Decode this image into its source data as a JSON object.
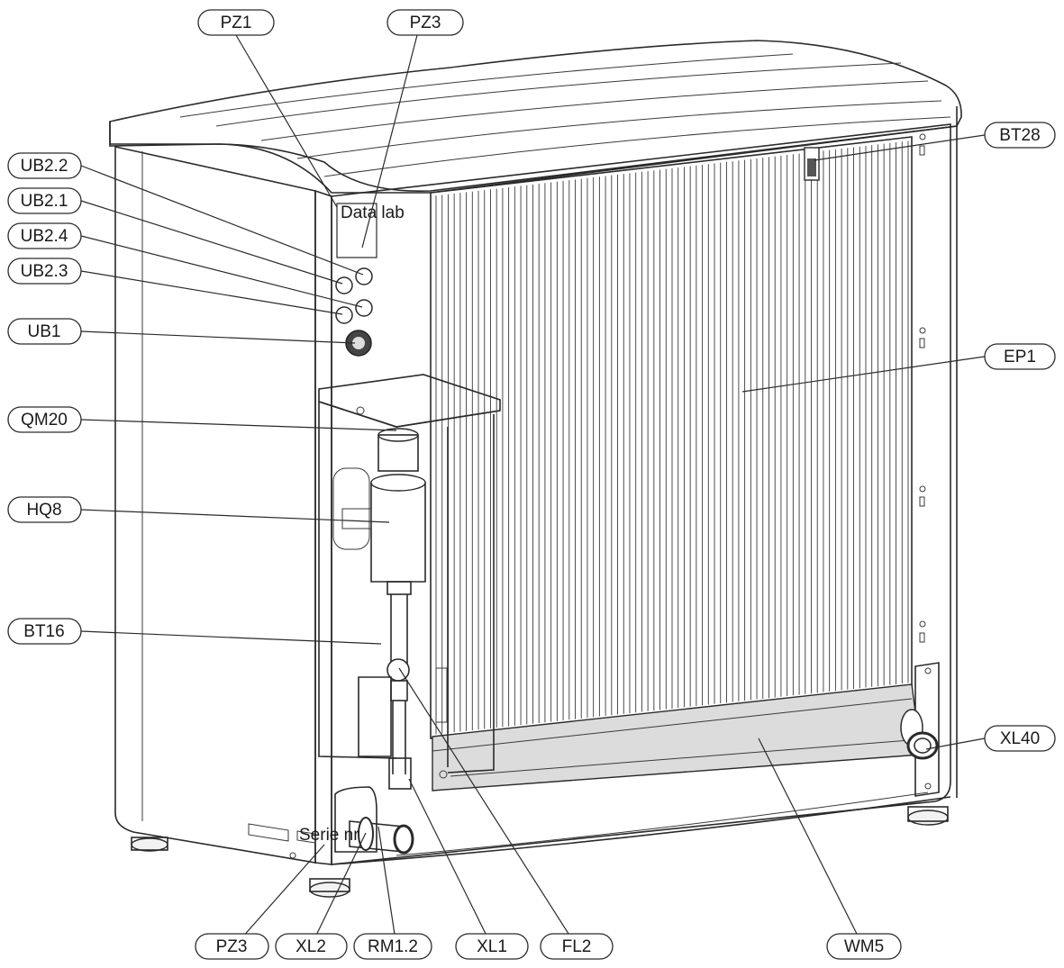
{
  "diagram": {
    "callouts": {
      "pz1_top": "PZ1",
      "pz3_top": "PZ3",
      "bt28": "BT28",
      "ub2_2": "UB2.2",
      "ub2_1": "UB2.1",
      "ub2_4": "UB2.4",
      "ub2_3": "UB2.3",
      "ub1": "UB1",
      "ep1": "EP1",
      "qm20": "QM20",
      "hq8": "HQ8",
      "bt16": "BT16",
      "xl40": "XL40",
      "pz3_bottom": "PZ3",
      "xl2": "XL2",
      "rm1_2": "RM1.2",
      "xl1": "XL1",
      "fl2": "FL2",
      "wm5": "WM5"
    },
    "data_label_text": "Data lab",
    "serial_label_text": "Serie nr"
  }
}
